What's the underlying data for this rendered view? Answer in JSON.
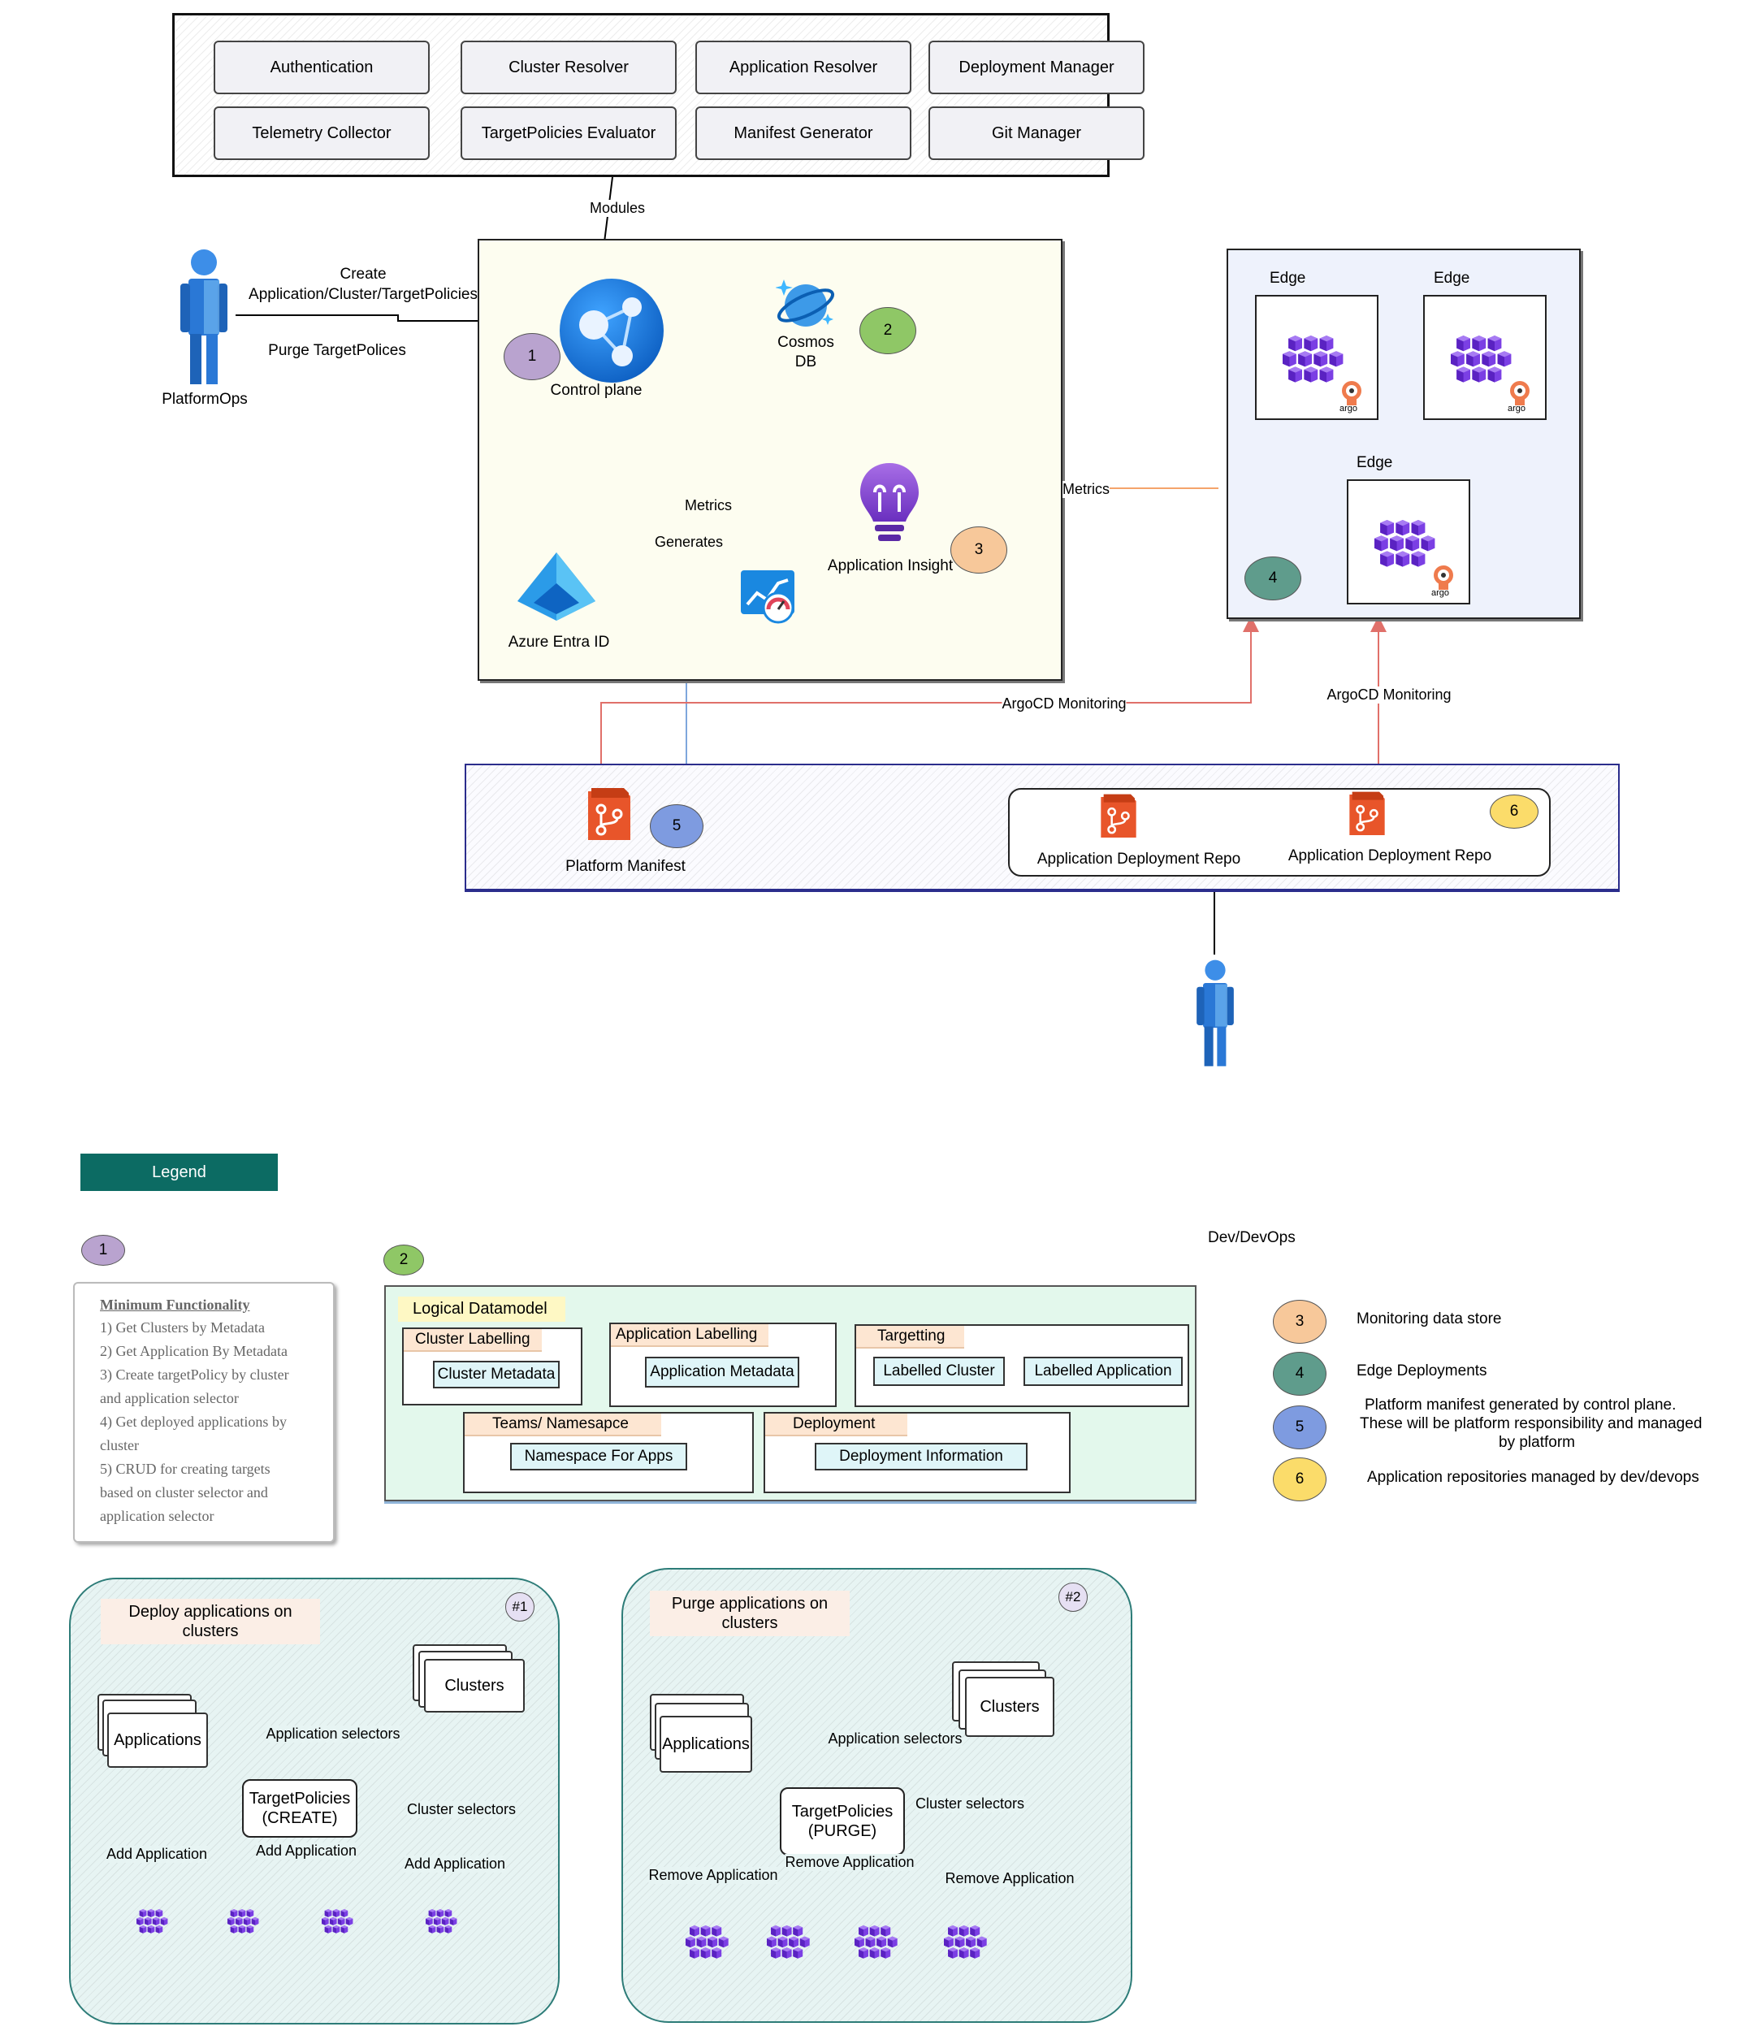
{
  "modules": {
    "items": [
      "Authentication",
      "Cluster Resolver",
      "Application Resolver",
      "Deployment Manager",
      "Telemetry Collector",
      "TargetPolicies Evaluator",
      "Manifest Generator",
      "Git Manager"
    ],
    "connector_label": "Modules"
  },
  "platform_ops": {
    "name": "PlatformOps",
    "create_label_line1": "Create",
    "create_label_line2": "Application/Cluster/TargetPolicies",
    "purge_label": "Purge TargetPolices"
  },
  "control_plane": {
    "label": "Control plane",
    "cosmos_line1": "Cosmos",
    "cosmos_line2": "DB",
    "app_insight": "Application Insight",
    "metrics_label": "Metrics",
    "generates_label": "Generates",
    "entra_label": "Azure Entra ID"
  },
  "edges": {
    "titles": [
      "Edge",
      "Edge",
      "Edge"
    ],
    "argo_label": "argo",
    "metrics_label": "Metrics"
  },
  "monitoring": {
    "left_label": "ArgoCD Monitoring",
    "right_label": "ArgoCD Monitoring"
  },
  "repos": {
    "platform_manifest": "Platform Manifest",
    "app_repo_1": "Application Deployment Repo",
    "app_repo_2": "Application Deployment Repo",
    "dev_user": "Dev/DevOps"
  },
  "badges": {
    "b1": "1",
    "b2": "2",
    "b3": "3",
    "b4": "4",
    "b5": "5",
    "b6": "6"
  },
  "legend": {
    "title": "Legend",
    "badge1": "1",
    "badge2": "2",
    "min_func_title": "Minimum Functionality",
    "min_func_lines": [
      "1) Get Clusters by Metadata",
      "2) Get Application By Metadata",
      "3) Create targetPolicy by cluster",
      "and application selector",
      "4) Get deployed applications by",
      "cluster",
      "5) CRUD for creating targets",
      "based on cluster selector and",
      "application selector"
    ],
    "items": [
      {
        "num": "3",
        "text": "Monitoring data store"
      },
      {
        "num": "4",
        "text": "Edge Deployments"
      },
      {
        "num": "5",
        "text_lines": [
          "Platform manifest generated by control plane.",
          "These will be platform responsibility and managed",
          "by platform"
        ]
      },
      {
        "num": "6",
        "text": "Application repositories managed by dev/devops"
      }
    ]
  },
  "datamodel": {
    "title": "Logical Datamodel",
    "cluster_labelling": "Cluster Labelling",
    "cluster_metadata": "Cluster Metadata",
    "app_labelling": "Application Labelling",
    "app_metadata": "Application Metadata",
    "targetting": "Targetting",
    "labelled_cluster": "Labelled Cluster",
    "labelled_app": "Labelled Application",
    "teams_ns": "Teams/ Namesapce",
    "ns_for_apps": "Namespace For Apps",
    "deployment": "Deployment",
    "deployment_info": "Deployment Information"
  },
  "flow_create": {
    "title_line1": "Deploy applications on",
    "title_line2": "clusters",
    "tag": "#1",
    "applications": "Applications",
    "clusters": "Clusters",
    "tp_line1": "TargetPolicies",
    "tp_line2": "(CREATE)",
    "app_selectors": "Application selectors",
    "cluster_selectors": "Cluster selectors",
    "add_app_1": "Add Application",
    "add_app_2": "Add Application",
    "add_app_3": "Add Application"
  },
  "flow_purge": {
    "title_line1": "Purge applications on",
    "title_line2": "clusters",
    "tag": "#2",
    "applications": "Applications",
    "clusters": "Clusters",
    "tp_line1": "TargetPolicies",
    "tp_line2": "(PURGE)",
    "app_selectors": "Application selectors",
    "cluster_selectors": "Cluster selectors",
    "remove_app_1": "Remove Application",
    "remove_app_2": "Remove Application",
    "remove_app_3": "Remove Application"
  },
  "colors": {
    "legend_header": "#0c6b63",
    "badge_purple": "#b9a3cf",
    "badge_green": "#8fc766",
    "badge_orange": "#f7c89a",
    "badge_teal": "#5f9c8c",
    "badge_blue": "#7e9be0",
    "badge_yellow": "#fbdc6a",
    "control_plane_bg": "#fdfdf0",
    "edges_bg": "#eef2fc",
    "datamodel_bg": "#e3f8ec",
    "flow_bg": "#e7f4f3",
    "metrics_line": "#f5a46b",
    "monitor_line": "#e0706a",
    "generates_line": "#7ea7dc"
  }
}
